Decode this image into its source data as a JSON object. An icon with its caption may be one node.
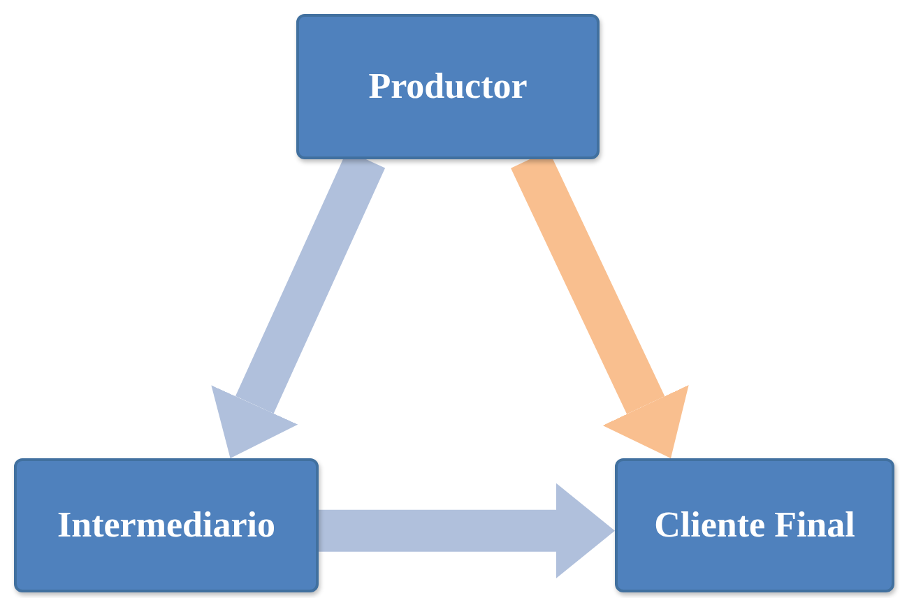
{
  "diagram": {
    "nodes": [
      {
        "text": [
          "Productor"
        ]
      },
      {
        "text": [
          "Intermediario"
        ]
      },
      {
        "text": [
          "Cliente Final"
        ]
      }
    ],
    "edges": [
      {
        "from": 0,
        "to": 1,
        "arrow": "to"
      },
      {
        "from": 0,
        "to": 2,
        "arrow": "to",
        "color": "#f9bf8f"
      },
      {
        "from": 1,
        "to": 2,
        "arrow": "to"
      }
    ]
  }
}
